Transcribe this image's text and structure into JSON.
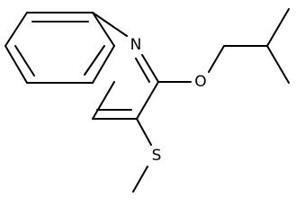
{
  "molecule": {
    "atoms": {
      "nitrogen": "N",
      "oxygen": "O",
      "sulfur": "S"
    },
    "colors": {
      "bond": "#000000",
      "label": "#000000",
      "background": "#ffffff"
    }
  }
}
